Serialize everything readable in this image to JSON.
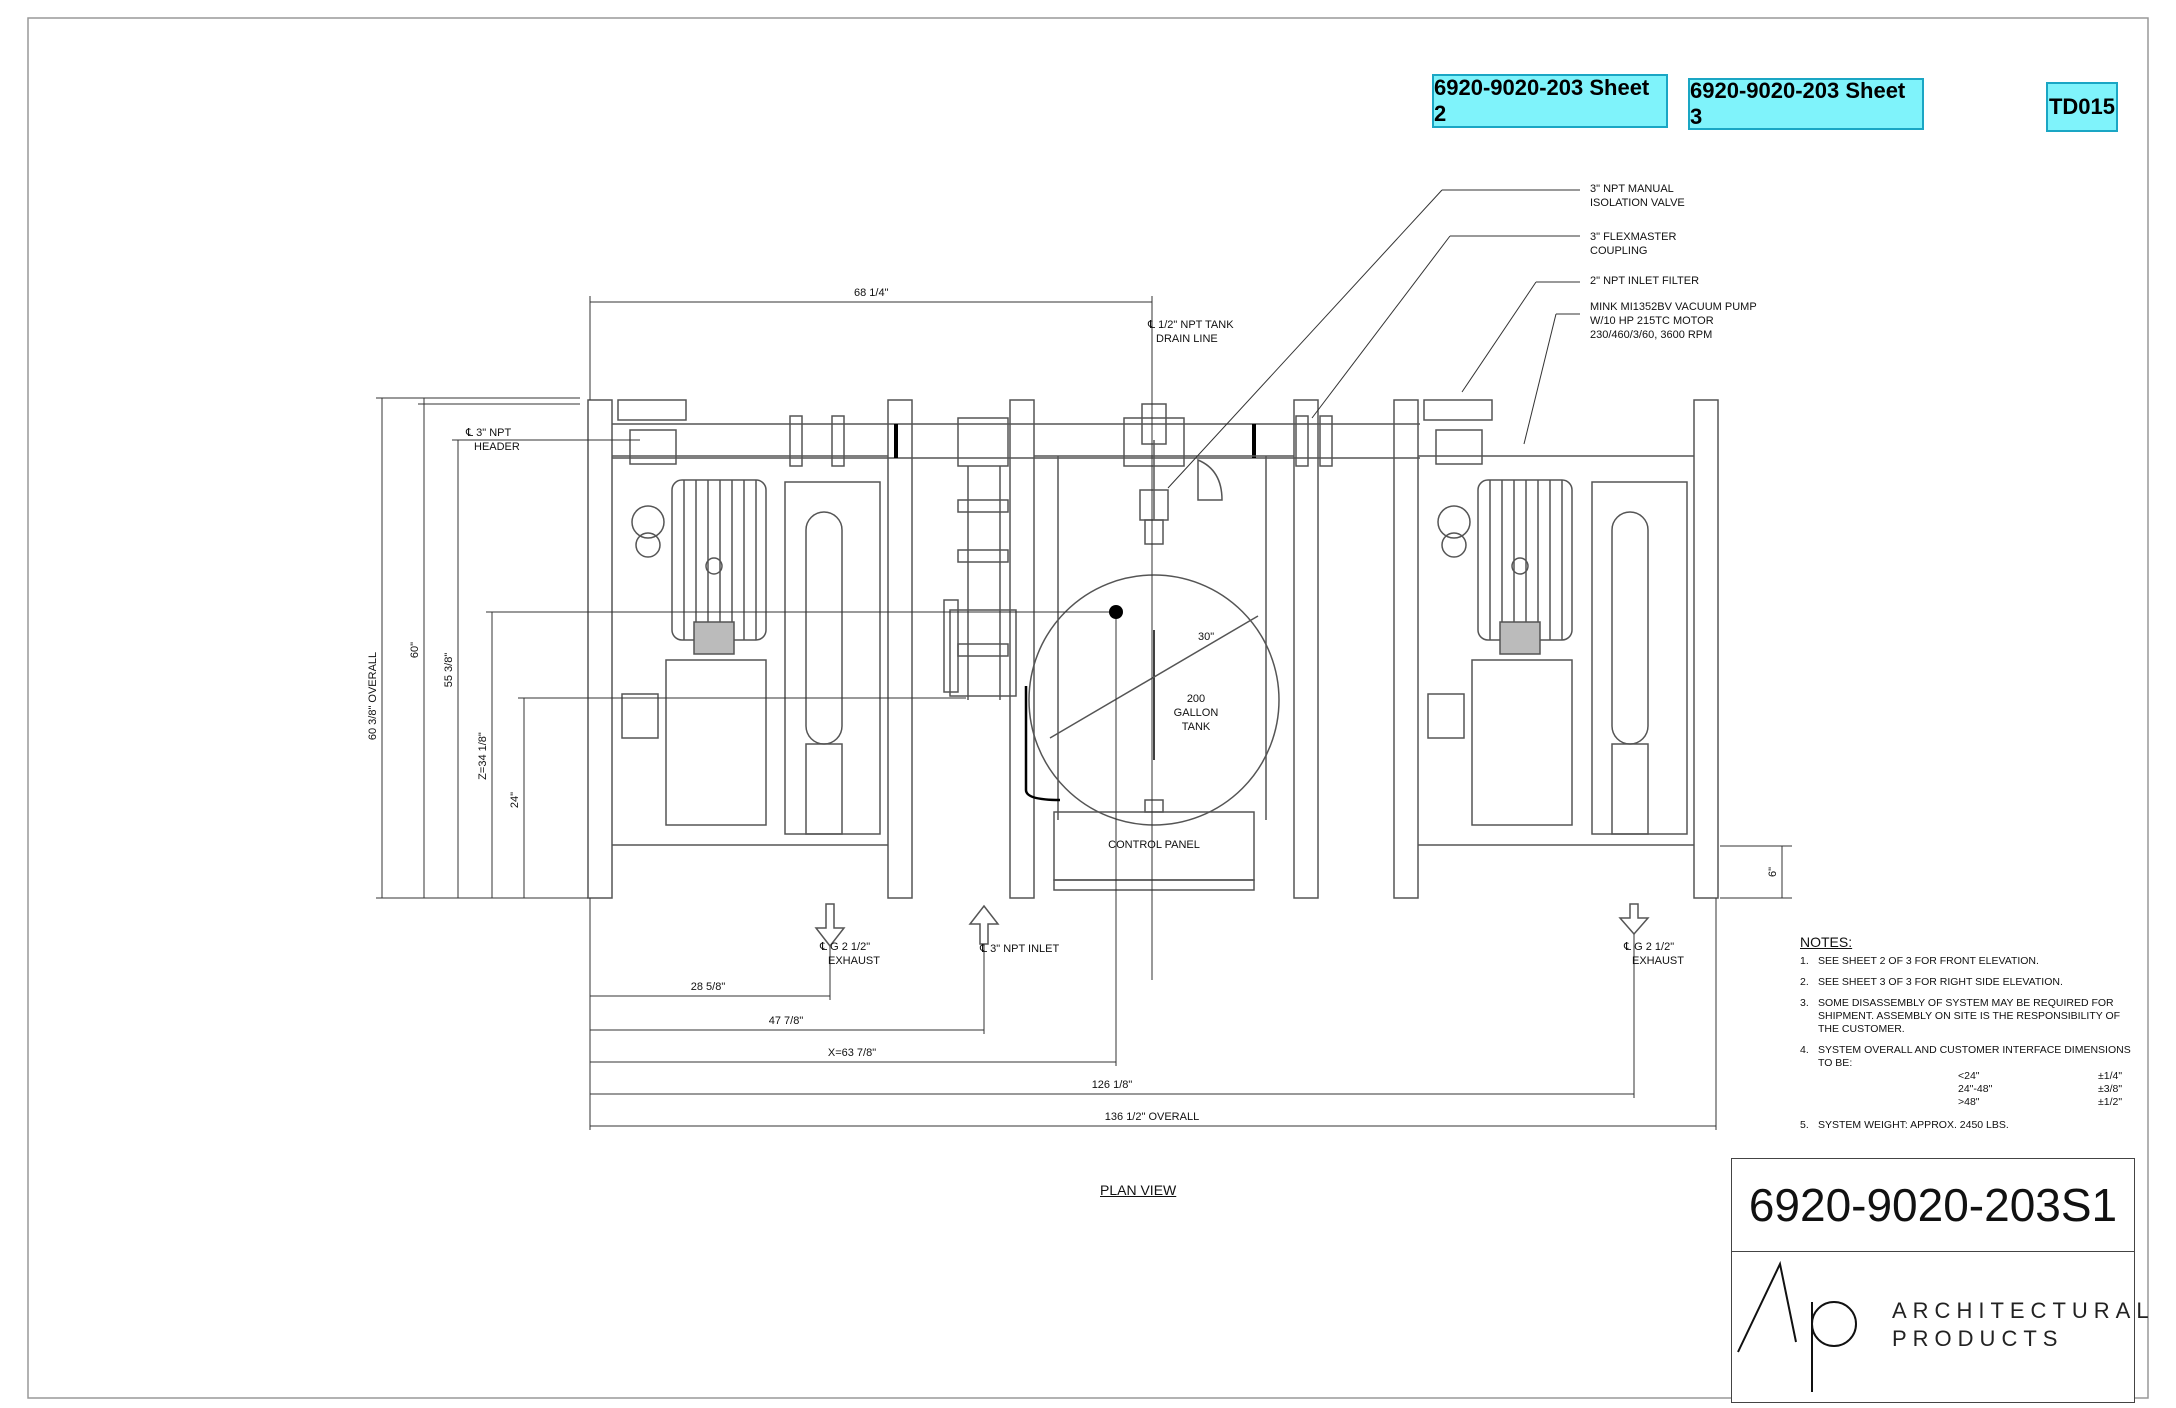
{
  "links": {
    "sheet2": "6920-9020-203 Sheet 2",
    "sheet3": "6920-9020-203 Sheet 3",
    "td": "TD015"
  },
  "callouts": {
    "valve": [
      "3\" NPT MANUAL",
      "ISOLATION VALVE"
    ],
    "coupling": [
      "3\" FLEXMASTER",
      "COUPLING"
    ],
    "filter": [
      "2\" NPT INLET FILTER"
    ],
    "pump": [
      "MINK MI1352BV VACUUM PUMP",
      "W/10 HP 215TC MOTOR",
      "230/460/3/60, 3600 RPM"
    ]
  },
  "dims": {
    "top": "68 1/4\"",
    "drain": [
      "℄ 1/2\" NPT TANK",
      "DRAIN LINE"
    ],
    "header": [
      "℄ 3\" NPT",
      "HEADER"
    ],
    "overall_h": "60 3/8\"  OVERALL",
    "h60": "60\"",
    "h55": "55 3/8\"",
    "hz": "Z=34 1/8\"",
    "h24": "24\"",
    "h6": "6\"",
    "d30": "30\"",
    "exhaust_l": [
      "℄ G 2 1/2\"",
      "EXHAUST"
    ],
    "exhaust_r": [
      "℄ G 2 1/2\"",
      "EXHAUST"
    ],
    "inlet": "℄ 3\" NPT INLET",
    "w28": "28 5/8\"",
    "w47": "47 7/8\"",
    "wx": "X=63 7/8\"",
    "w126": "126 1/8\"",
    "w136": "136 1/2\"  OVERALL"
  },
  "tank": [
    "200",
    "GALLON",
    "TANK"
  ],
  "panel": "CONTROL PANEL",
  "plan_view": "PLAN VIEW",
  "notes": {
    "heading": "NOTES:",
    "items": [
      {
        "n": "1.",
        "t": "SEE SHEET 2 OF 3 FOR FRONT ELEVATION."
      },
      {
        "n": "2.",
        "t": "SEE SHEET 3 OF 3 FOR RIGHT SIDE ELEVATION."
      },
      {
        "n": "3.",
        "t": "SOME DISASSEMBLY OF SYSTEM MAY BE REQUIRED FOR SHIPMENT.  ASSEMBLY ON SITE IS THE RESPONSIBILITY OF THE CUSTOMER."
      },
      {
        "n": "4.",
        "t": "SYSTEM OVERALL AND CUSTOMER INTERFACE DIMENSIONS TO BE:"
      },
      {
        "n": "5.",
        "t": "SYSTEM WEIGHT: APPROX. 2450 LBS."
      }
    ],
    "tol": [
      [
        "<24\"",
        "±1/4\""
      ],
      [
        "24\"-48\"",
        "±3/8\""
      ],
      [
        ">48\"",
        "±1/2\""
      ]
    ]
  },
  "title_block": {
    "drawing_no": "6920-9020-203S1",
    "company1": "ARCHITECTURAL",
    "company2": "PRODUCTS"
  }
}
